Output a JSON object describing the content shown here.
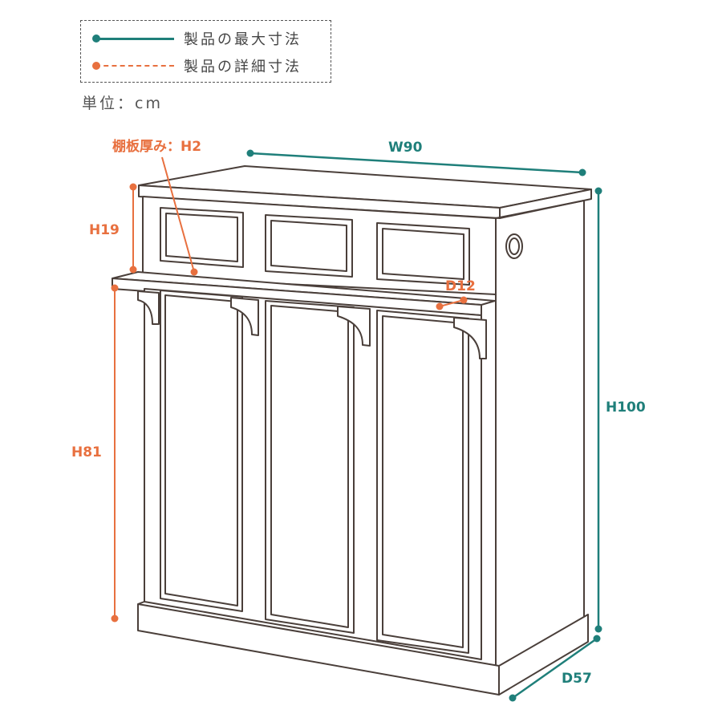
{
  "legend": {
    "max_label": "製品の最大寸法",
    "detail_label": "製品の詳細寸法"
  },
  "unit_label": "単位：cm",
  "colors": {
    "max": "#1f7f7a",
    "detail": "#e8703f",
    "outline": "#4a3f3a"
  },
  "dimensions": {
    "shelf_thickness": "棚板厚み：H2",
    "width": "W90",
    "top_height": "H19",
    "shelf_depth": "D12",
    "total_height": "H100",
    "lower_height": "H81",
    "depth": "D57"
  }
}
